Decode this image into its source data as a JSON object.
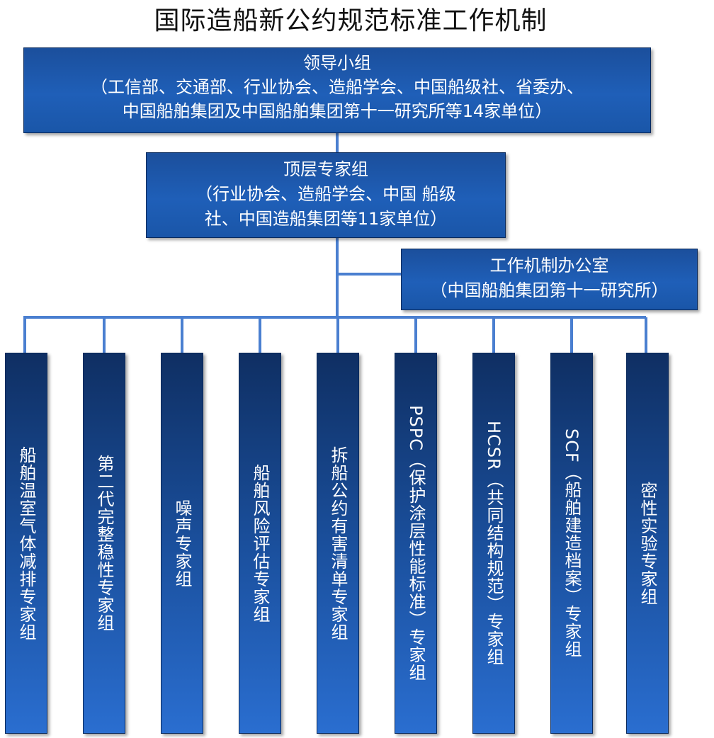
{
  "title": "国际造船新公约规范标准工作机制",
  "leader": {
    "name": "领导小组",
    "members_line1": "（工信部、交通部、行业协会、造船学会、中国船级社、省委办、",
    "members_line2": "中国船舶集团及中国船舶集团第十一研究所等14家单位）"
  },
  "top_expert": {
    "name": "顶层专家组",
    "members_line1": "（行业协会、造船学会、中国 船级",
    "members_line2": "社、中国造船集团等11家单位）"
  },
  "office": {
    "name": "工作机制办公室",
    "members": "（中国船舶集团第十一研究所）"
  },
  "groups": [
    {
      "label": "船舶温室气体减排专家组"
    },
    {
      "label": "第二代完整稳性专家组"
    },
    {
      "label": "噪声专家组"
    },
    {
      "label": "船舶风险评估专家组"
    },
    {
      "label": "拆船公约有害清单专家组"
    },
    {
      "label": "PSPC（保护涂层性能标准）专家组"
    },
    {
      "label": "HCSR（共同结构规范）专家组"
    },
    {
      "label": "SCF（船舶建造档案）专家组"
    },
    {
      "label": "密性实验专家组"
    }
  ],
  "colors": {
    "box_fill": "#1f5fb8",
    "box_border": "#0a2a5c",
    "connector": "#4a7fd0",
    "text": "#ffffff"
  }
}
